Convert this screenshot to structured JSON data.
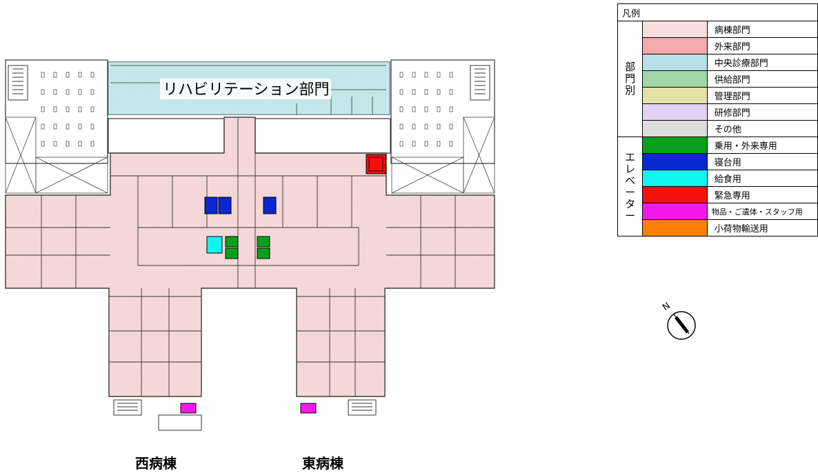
{
  "floor_plan": {
    "rehab_label": "リハビリテーション部門",
    "west_wing": "西病棟",
    "east_wing": "東病棟",
    "north_symbol": "N"
  },
  "legend": {
    "title": "凡例",
    "department_category": [
      "部",
      "門",
      "別"
    ],
    "elevator_category": [
      "エ",
      "レ",
      "ベ",
      "ー",
      "タ",
      "ー"
    ],
    "departments": [
      {
        "label": "病棟部門",
        "color": "#f8dede"
      },
      {
        "label": "外来部門",
        "color": "#f3a9ad"
      },
      {
        "label": "中央診療部門",
        "color": "#b7e1e6"
      },
      {
        "label": "供給部門",
        "color": "#9fd6a5"
      },
      {
        "label": "管理部門",
        "color": "#e3e1a8"
      },
      {
        "label": "研修部門",
        "color": "#e3d2f3"
      },
      {
        "label": "その他",
        "color": "#dddddd"
      }
    ],
    "elevators": [
      {
        "label": "乗用・外来専用",
        "color": "#0ba01b"
      },
      {
        "label": "寝台用",
        "color": "#0a28d2"
      },
      {
        "label": "給食用",
        "color": "#13f3f3"
      },
      {
        "label": "緊急専用",
        "color": "#f51010"
      },
      {
        "label": "物品・ご遺体・スタッフ用",
        "color": "#f31ae9"
      },
      {
        "label": "小荷物輸送用",
        "color": "#fa8004"
      }
    ]
  },
  "colors": {
    "ward": "#f8dede",
    "central": "#b7e1e6",
    "line": "#333333"
  }
}
